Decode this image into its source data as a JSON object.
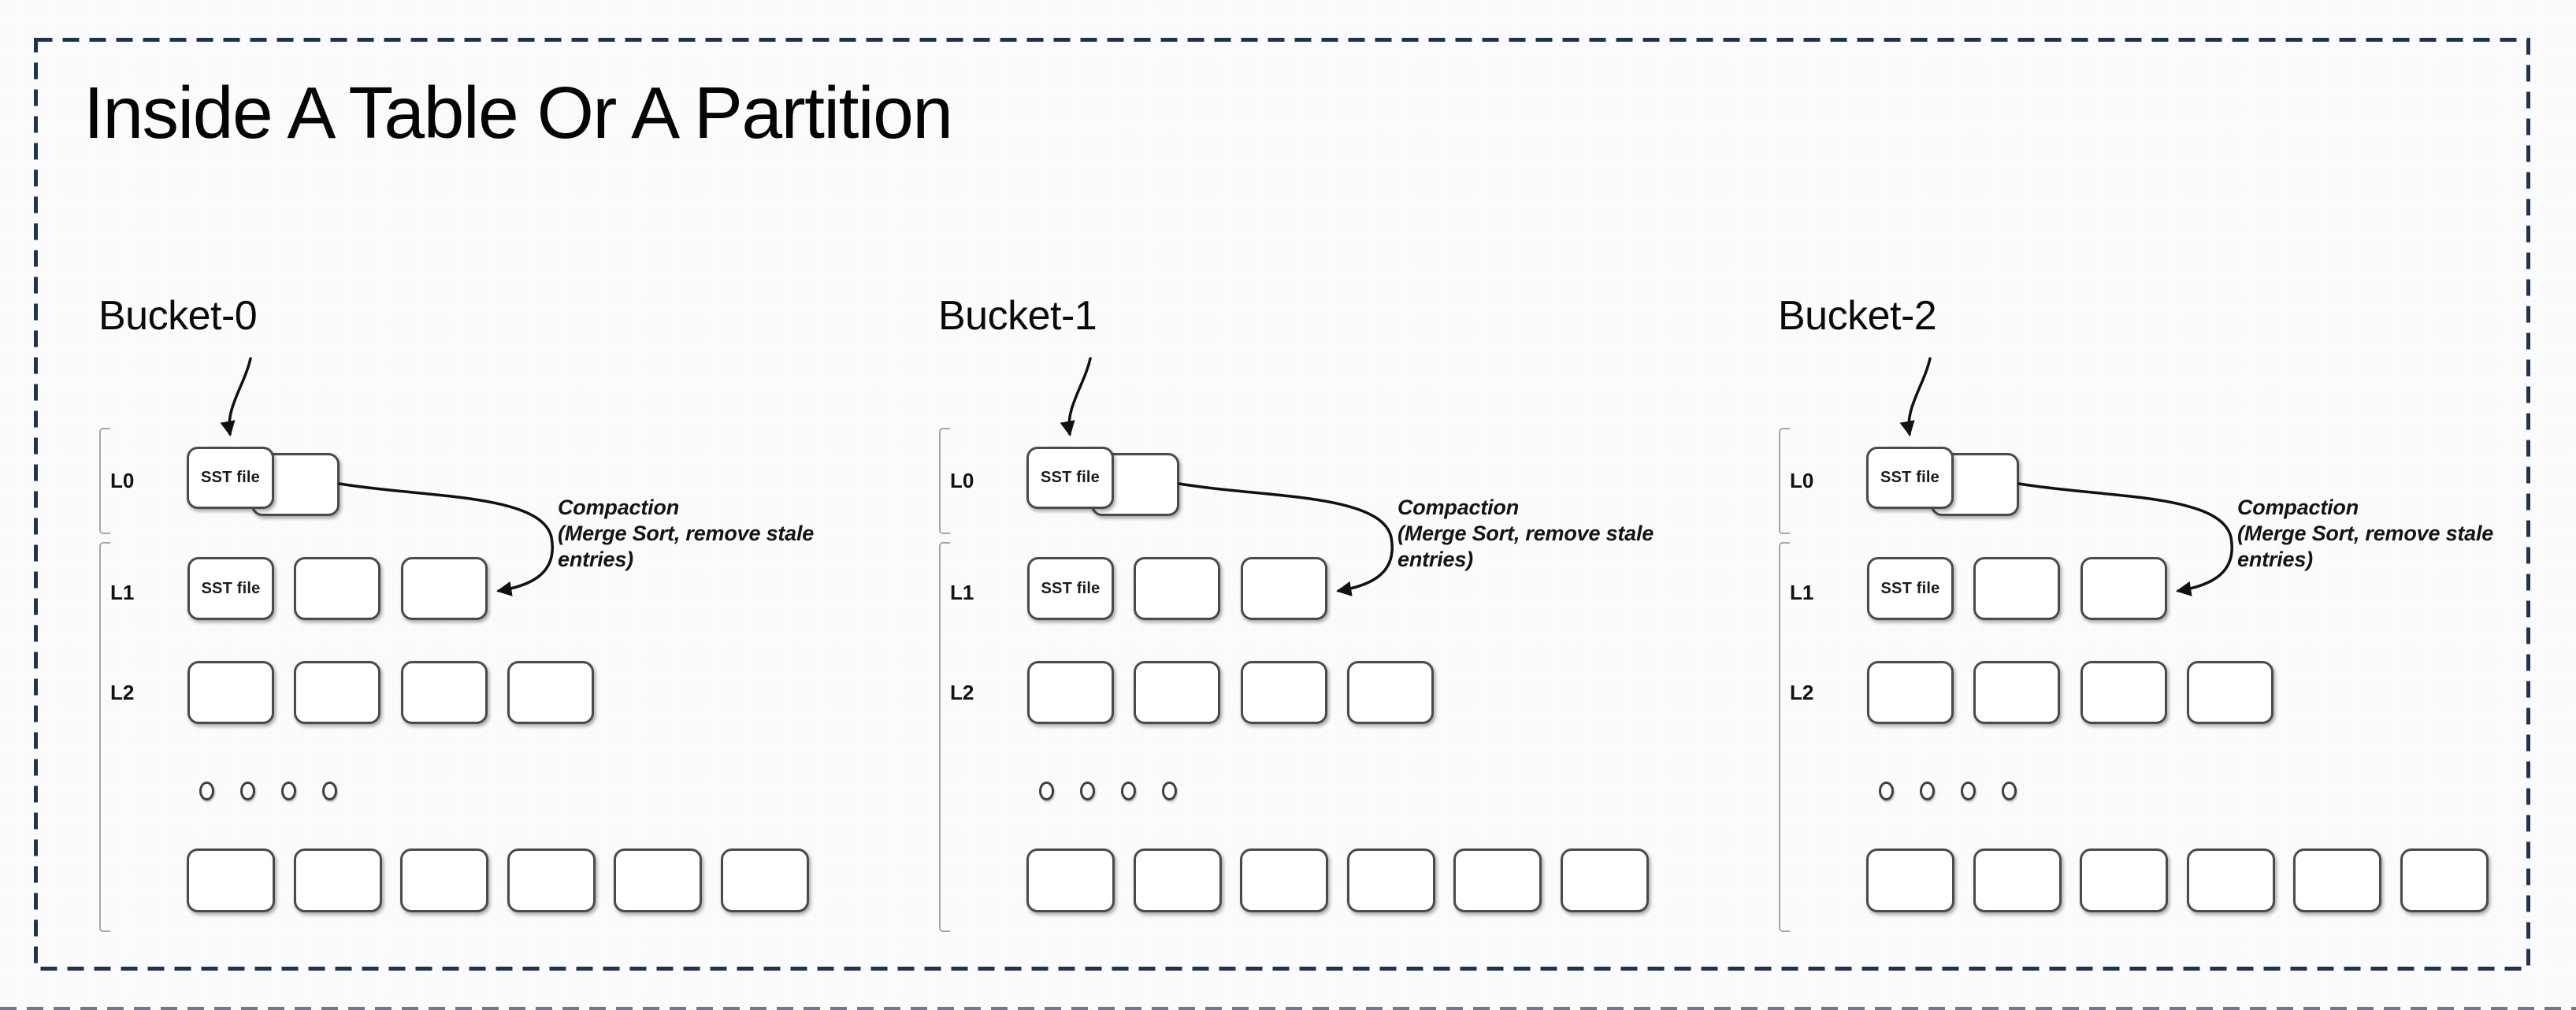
{
  "title": "Inside A Table Or A Partition",
  "sst_file_label": "SST file",
  "level_labels": [
    "L0",
    "L1",
    "L2"
  ],
  "buckets": [
    {
      "label": "Bucket-0"
    },
    {
      "label": "Bucket-1"
    },
    {
      "label": "Bucket-2"
    }
  ],
  "compaction_note": {
    "lines": [
      "Compaction",
      "(Merge Sort, remove stale",
      "entries)"
    ]
  },
  "colors": {
    "slide_border": "#1e3354",
    "next_slide_border": "#55657f",
    "box_border": "#4a4a4a",
    "bracket": "#a6a6a6",
    "arrow": "#111111",
    "background": "#fbfbfb"
  }
}
